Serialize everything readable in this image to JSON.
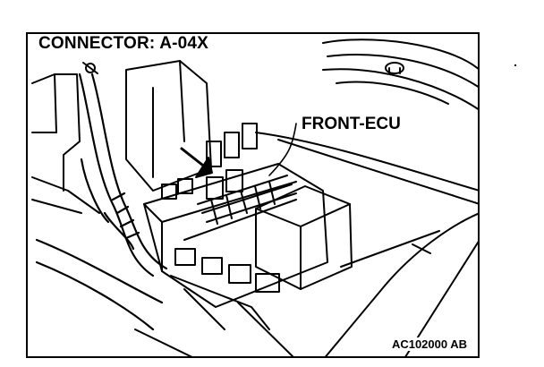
{
  "figure": {
    "connector_label": "CONNECTOR: A-04X",
    "callout_label": "FRONT-ECU",
    "figure_id": "AC102000 AB"
  },
  "colors": {
    "line": "#000000",
    "background": "#ffffff"
  }
}
